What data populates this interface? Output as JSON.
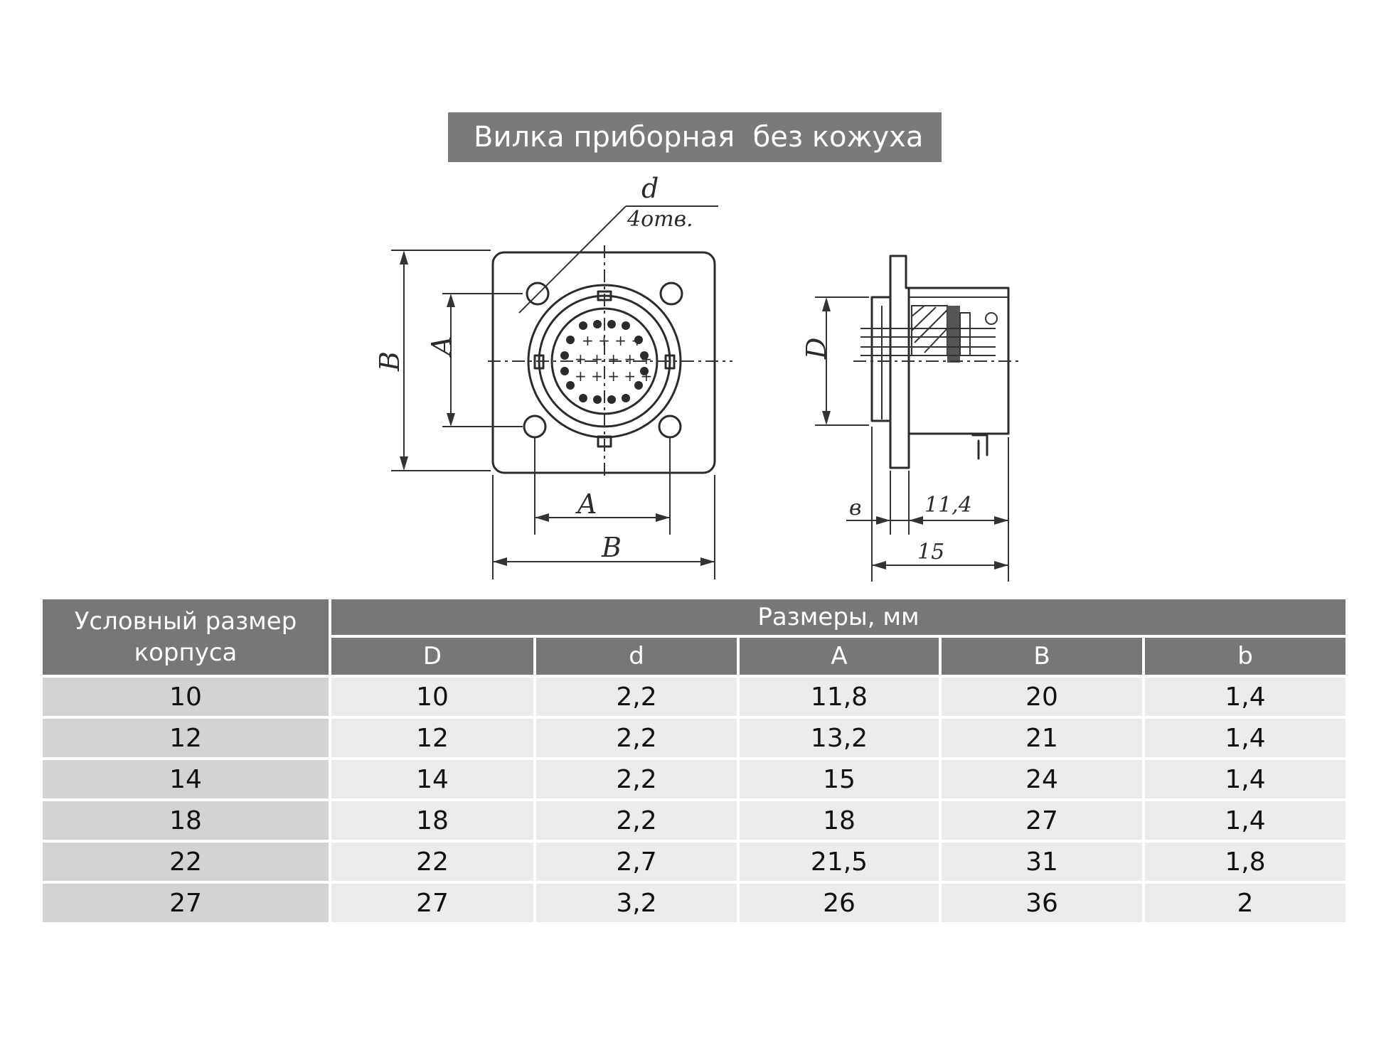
{
  "title": "Вилка приборная  без кожуха",
  "drawing": {
    "labels": {
      "hole_diameter": "d",
      "hole_count": "4отв.",
      "outer_size_vertical": "B",
      "hole_spacing_vertical": "A",
      "hole_spacing_horizontal": "A",
      "outer_size_horizontal": "B",
      "body_diameter": "D",
      "flange_thickness": "в",
      "length_short": "11,4",
      "length_total": "15"
    }
  },
  "table": {
    "header_size": "Условный размер корпуса",
    "header_group": "Размеры, мм",
    "columns": [
      "D",
      "d",
      "A",
      "B",
      "b"
    ],
    "rows": [
      [
        "10",
        "10",
        "2,2",
        "11,8",
        "20",
        "1,4"
      ],
      [
        "12",
        "12",
        "2,2",
        "13,2",
        "21",
        "1,4"
      ],
      [
        "14",
        "14",
        "2,2",
        "15",
        "24",
        "1,4"
      ],
      [
        "18",
        "18",
        "2,2",
        "18",
        "27",
        "1,4"
      ],
      [
        "22",
        "22",
        "2,7",
        "21,5",
        "31",
        "1,8"
      ],
      [
        "27",
        "27",
        "3,2",
        "26",
        "36",
        "2"
      ]
    ]
  }
}
